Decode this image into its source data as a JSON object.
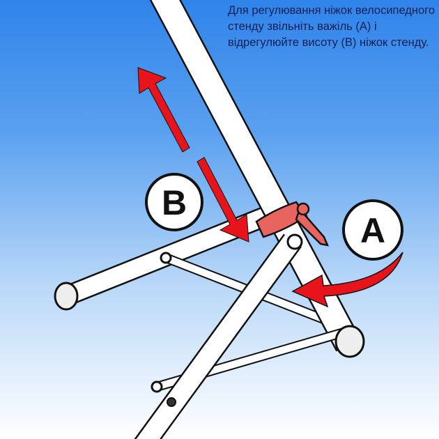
{
  "instruction_text": "Для регулювання ніжок велосипедного стенду звільніть важіль (А) і відрегулюйте висоту (В) ніжок стенду.",
  "labels": {
    "a": "A",
    "b": "B"
  },
  "colors": {
    "arrow": "#e8141b",
    "clamp": "#e8645e",
    "tube": "#ffffff",
    "outline": "#111111"
  }
}
